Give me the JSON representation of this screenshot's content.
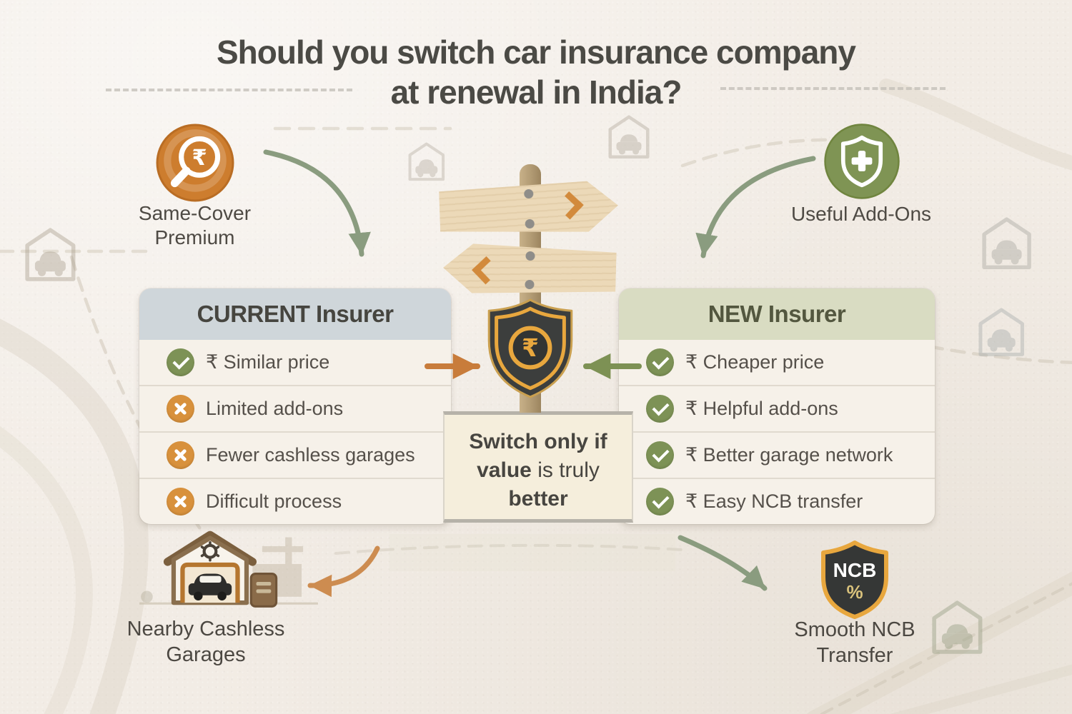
{
  "title": {
    "line1": "Should you switch car insurance company",
    "line2": "at renewal in India?"
  },
  "top_features": {
    "premium": {
      "label": "Same-Cover Premium",
      "icon": "rupee-magnifier-icon",
      "symbol": "₹"
    },
    "addons": {
      "label": "Useful Add-Ons",
      "icon": "shield-plus-icon"
    }
  },
  "cards": {
    "current": {
      "title": "CURRENT Insurer",
      "items": [
        {
          "icon": "check",
          "text": "₹ Similar price"
        },
        {
          "icon": "cross",
          "text": "Limited add-ons"
        },
        {
          "icon": "cross",
          "text": "Fewer cashless garages"
        },
        {
          "icon": "cross",
          "text": "Difficult process"
        }
      ]
    },
    "new": {
      "title": "NEW Insurer",
      "items": [
        {
          "icon": "check",
          "text": "₹ Cheaper price"
        },
        {
          "icon": "check",
          "text": "₹ Helpful add-ons"
        },
        {
          "icon": "check",
          "text": "₹ Better garage network"
        },
        {
          "icon": "check",
          "text": "₹ Easy NCB transfer"
        }
      ]
    }
  },
  "center": {
    "shield_symbol": "₹",
    "note": {
      "line1": "Switch only if",
      "line2_bold": "value",
      "line2_rest": "is truly",
      "line3": "better"
    }
  },
  "bottom_features": {
    "garages": {
      "label": "Nearby Cashless Garages"
    },
    "ncb": {
      "label": "Smooth NCB Transfer",
      "shield_line1": "NCB",
      "shield_line2": "%"
    }
  },
  "colors": {
    "background": "#f2ece5",
    "accent_orange": "#c87c3b",
    "accent_green": "#7d9154",
    "header_blue_gray": "#cfd6da",
    "header_sage": "#d9dcc2",
    "shield_dark": "#3c3e3d",
    "shield_gold": "#e8a73e",
    "wood_sign": "#ecd9b8",
    "cross_orange": "#d8913c"
  }
}
